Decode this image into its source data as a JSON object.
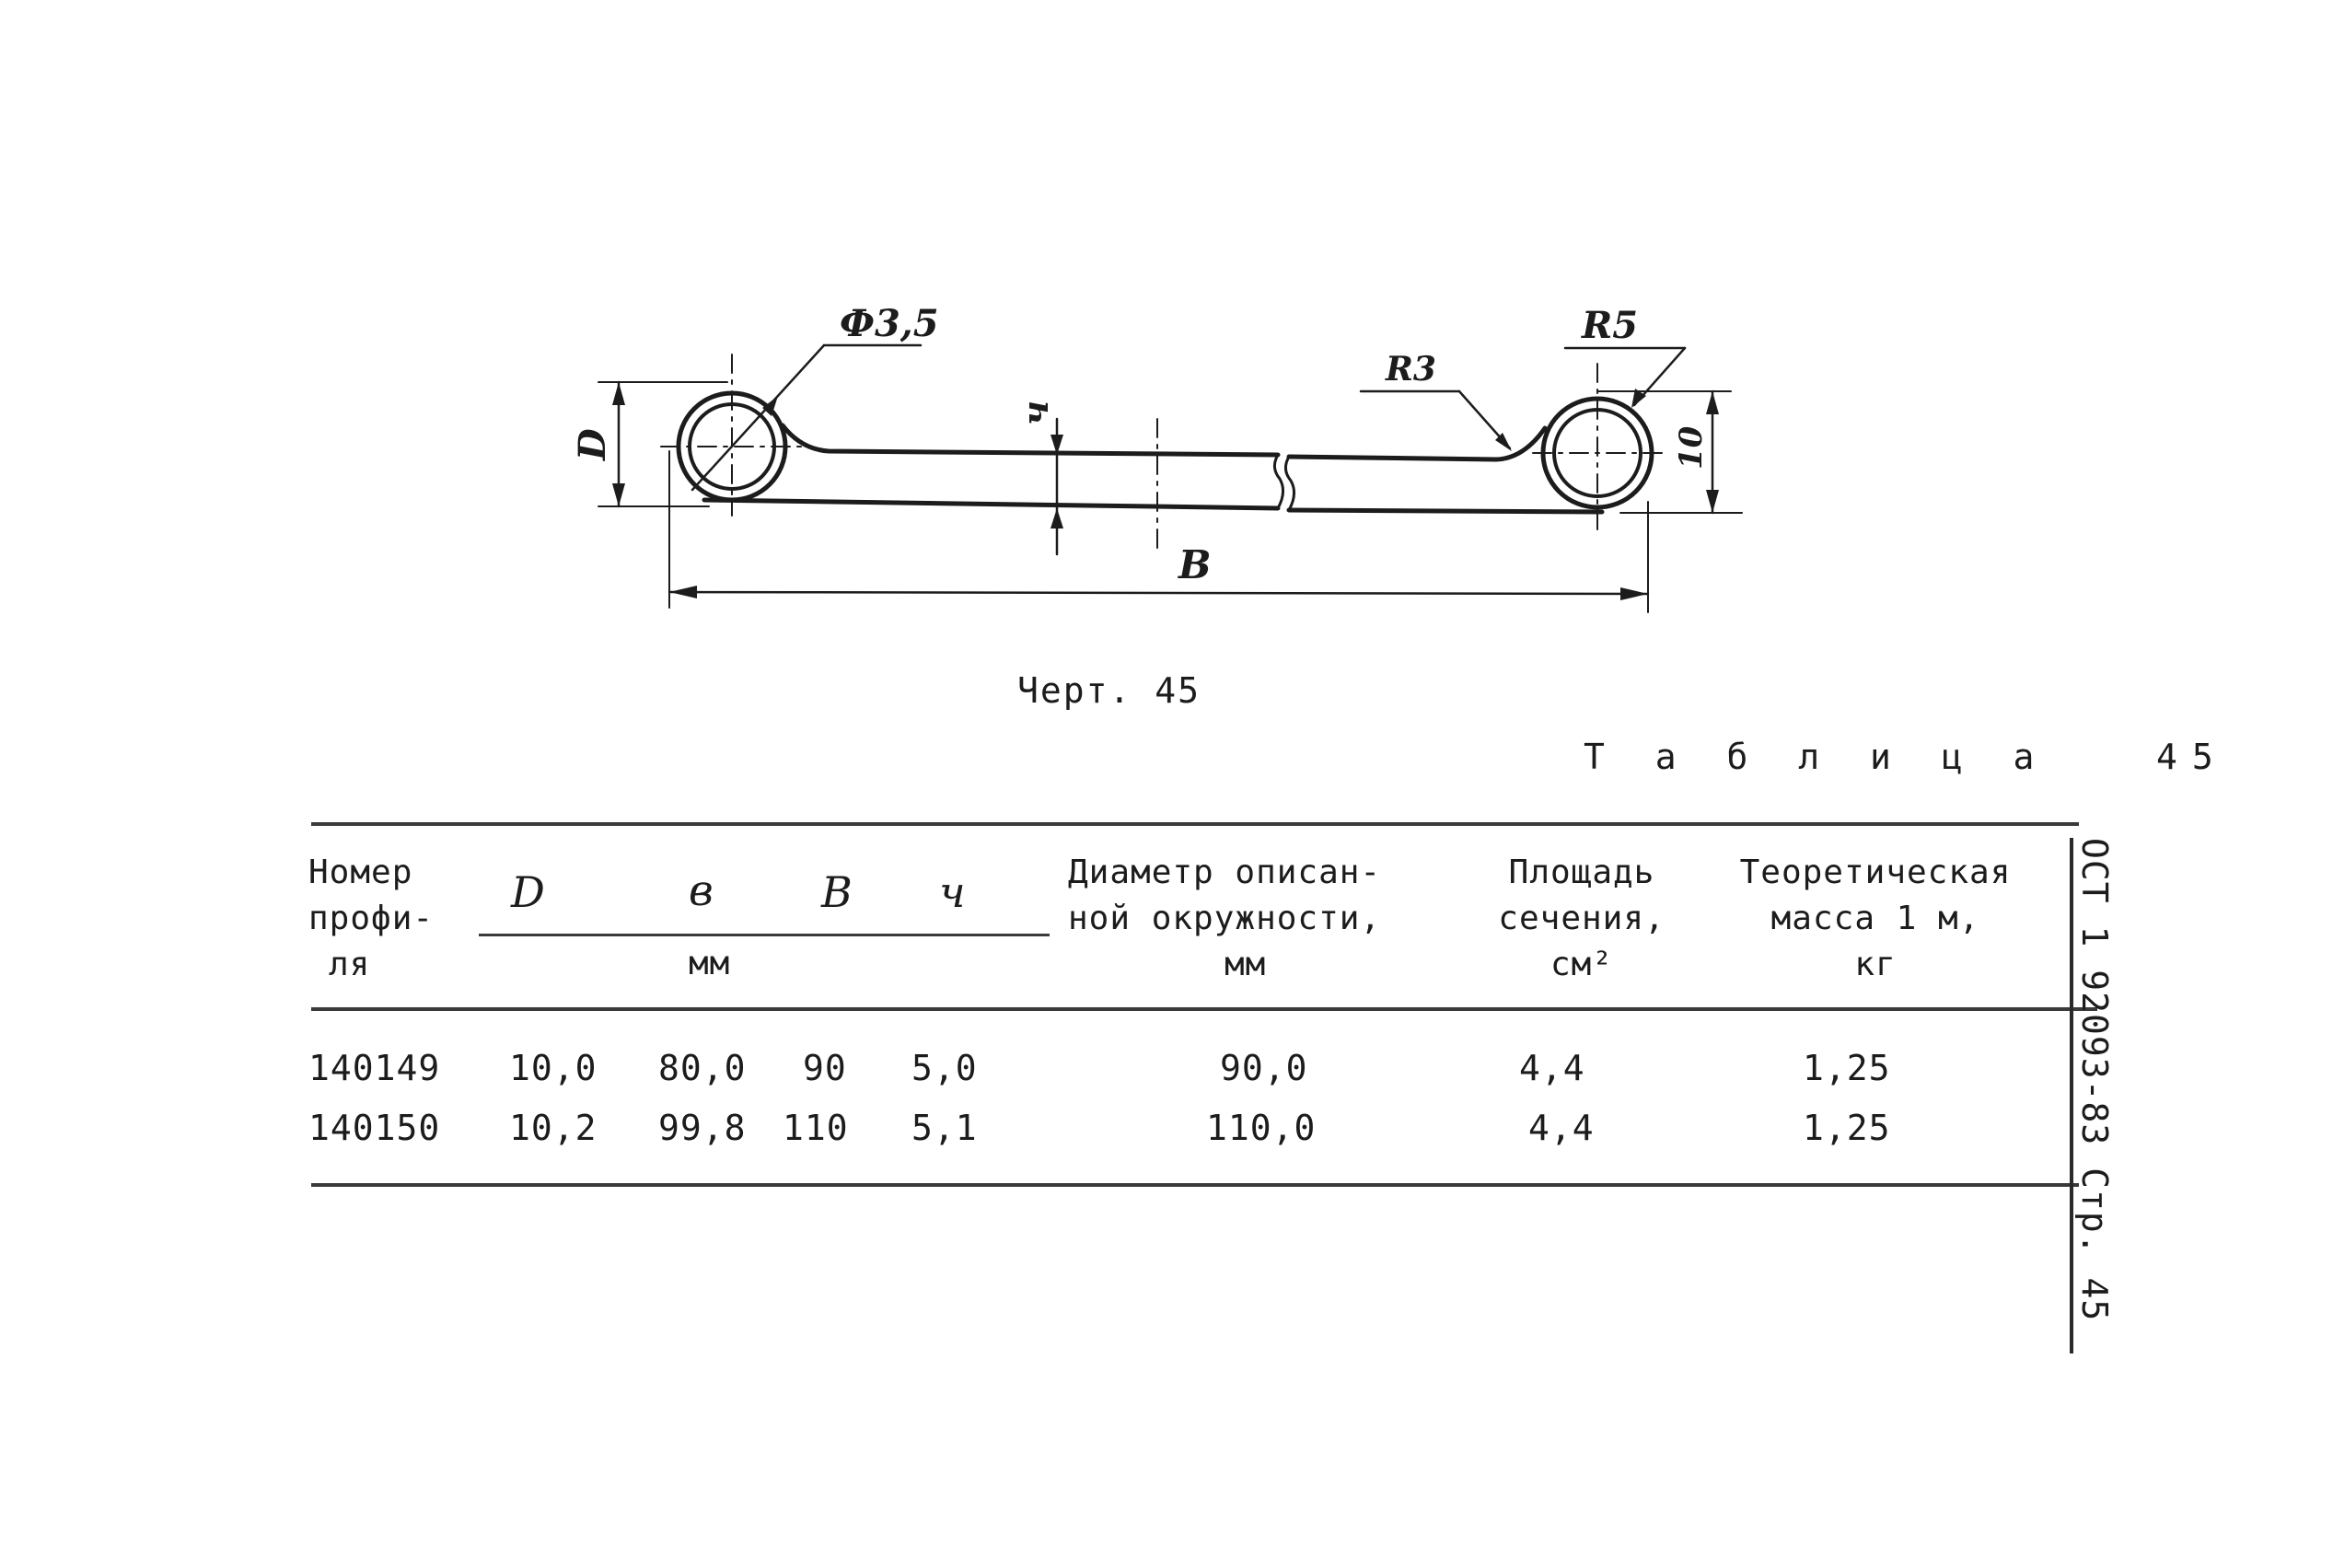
{
  "drawing": {
    "labels": {
      "phi": "Ф3,5",
      "r5": "R5",
      "r3": "R3",
      "d": "D",
      "h": "ч",
      "ten": "10",
      "b": "B"
    },
    "caption": "Черт. 45"
  },
  "table": {
    "title": "Т а б л и ц а   45",
    "headers": {
      "profile": [
        "Номер",
        "профи-",
        "ля"
      ],
      "d": "D",
      "b_small": "в",
      "b_big": "B",
      "h": "ч",
      "mm": "мм",
      "diameter": [
        "Диаметр описан-",
        "ной окружности,",
        "мм"
      ],
      "area": [
        "Площадь",
        "сечения,",
        "см²"
      ],
      "mass": [
        "Теоретическая",
        "масса 1 м,",
        "кг"
      ]
    },
    "rows": [
      [
        "140149",
        "10,0",
        "80,0",
        "90",
        "5,0",
        "90,0",
        "4,4",
        "1,25"
      ],
      [
        "140150",
        "10,2",
        "99,8",
        "110",
        "5,1",
        "110,0",
        "4,4",
        "1,25"
      ]
    ]
  },
  "side_label": "ОСТ 1 92093-83 Стр. 45"
}
